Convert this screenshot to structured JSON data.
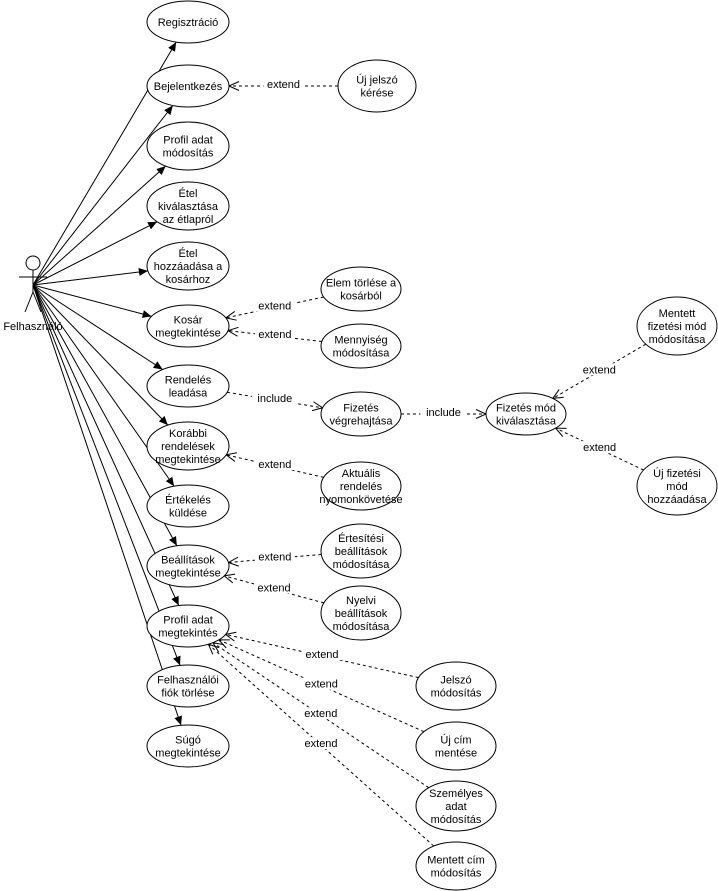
{
  "actor": {
    "name": "Felhasználó"
  },
  "use_cases": [
    {
      "id": "reg",
      "lines": [
        "Regisztráció"
      ]
    },
    {
      "id": "login",
      "lines": [
        "Bejelentkezés"
      ]
    },
    {
      "id": "newpw",
      "lines": [
        "Új jelszó",
        "kérése"
      ]
    },
    {
      "id": "profmod",
      "lines": [
        "Profil adat",
        "módosítás"
      ]
    },
    {
      "id": "foodsel",
      "lines": [
        "Étel",
        "kiválasztása",
        "az étlapról"
      ]
    },
    {
      "id": "foodadd",
      "lines": [
        "Étel",
        "hozzáadása a",
        "kosárhoz"
      ]
    },
    {
      "id": "cart",
      "lines": [
        "Kosár",
        "megtekintése"
      ]
    },
    {
      "id": "itemdel",
      "lines": [
        "Elem törlése a",
        "kosárból"
      ]
    },
    {
      "id": "qty",
      "lines": [
        "Mennyiség",
        "módosítása"
      ]
    },
    {
      "id": "order",
      "lines": [
        "Rendelés",
        "leadása"
      ]
    },
    {
      "id": "pay",
      "lines": [
        "Fizetés",
        "végrehajtása"
      ]
    },
    {
      "id": "paysel",
      "lines": [
        "Fizetés mód",
        "kiválasztása"
      ]
    },
    {
      "id": "savedpay",
      "lines": [
        "Mentett",
        "fizetési mód",
        "módosítása"
      ]
    },
    {
      "id": "newpay",
      "lines": [
        "Új fizetési",
        "mód",
        "hozzáadása"
      ]
    },
    {
      "id": "prevorders",
      "lines": [
        "Korábbi",
        "rendelések",
        "megtekintése"
      ]
    },
    {
      "id": "track",
      "lines": [
        "Aktuális",
        "rendelés",
        "nyomonkövetése"
      ]
    },
    {
      "id": "review",
      "lines": [
        "Értékelés",
        "küldése"
      ]
    },
    {
      "id": "settings",
      "lines": [
        "Beállítások",
        "megtekintése"
      ]
    },
    {
      "id": "notif",
      "lines": [
        "Értesítési",
        "beállítások",
        "módosítása"
      ]
    },
    {
      "id": "lang",
      "lines": [
        "Nyelvi",
        "beállítások",
        "módosítása"
      ]
    },
    {
      "id": "profview",
      "lines": [
        "Profil adat",
        "megtekintés"
      ]
    },
    {
      "id": "pwmod",
      "lines": [
        "Jelszó",
        "módosítás"
      ]
    },
    {
      "id": "addr",
      "lines": [
        "Új cím",
        "mentése"
      ]
    },
    {
      "id": "persmod",
      "lines": [
        "Személyes",
        "adat",
        "módosítás"
      ]
    },
    {
      "id": "savedaddr",
      "lines": [
        "Mentett cím",
        "módosítás"
      ]
    },
    {
      "id": "deluser",
      "lines": [
        "Felhasználói",
        "fiók törlése"
      ]
    },
    {
      "id": "help",
      "lines": [
        "Súgó",
        "megtekintése"
      ]
    }
  ],
  "associations": [
    "reg",
    "login",
    "profmod",
    "foodsel",
    "foodadd",
    "cart",
    "order",
    "prevorders",
    "review",
    "settings",
    "profview",
    "deluser",
    "help"
  ],
  "relationships": [
    {
      "from": "newpw",
      "to": "login",
      "label": "extend"
    },
    {
      "from": "itemdel",
      "to": "cart",
      "label": "extend"
    },
    {
      "from": "qty",
      "to": "cart",
      "label": "extend"
    },
    {
      "from": "order",
      "to": "pay",
      "label": "include"
    },
    {
      "from": "pay",
      "to": "paysel",
      "label": "include"
    },
    {
      "from": "savedpay",
      "to": "paysel",
      "label": "extend"
    },
    {
      "from": "newpay",
      "to": "paysel",
      "label": "extend"
    },
    {
      "from": "track",
      "to": "prevorders",
      "label": "extend"
    },
    {
      "from": "notif",
      "to": "settings",
      "label": "extend"
    },
    {
      "from": "lang",
      "to": "settings",
      "label": "extend"
    },
    {
      "from": "pwmod",
      "to": "profview",
      "label": "extend"
    },
    {
      "from": "addr",
      "to": "profview",
      "label": "extend"
    },
    {
      "from": "persmod",
      "to": "profview",
      "label": "extend"
    },
    {
      "from": "savedaddr",
      "to": "profview",
      "label": "extend"
    }
  ]
}
